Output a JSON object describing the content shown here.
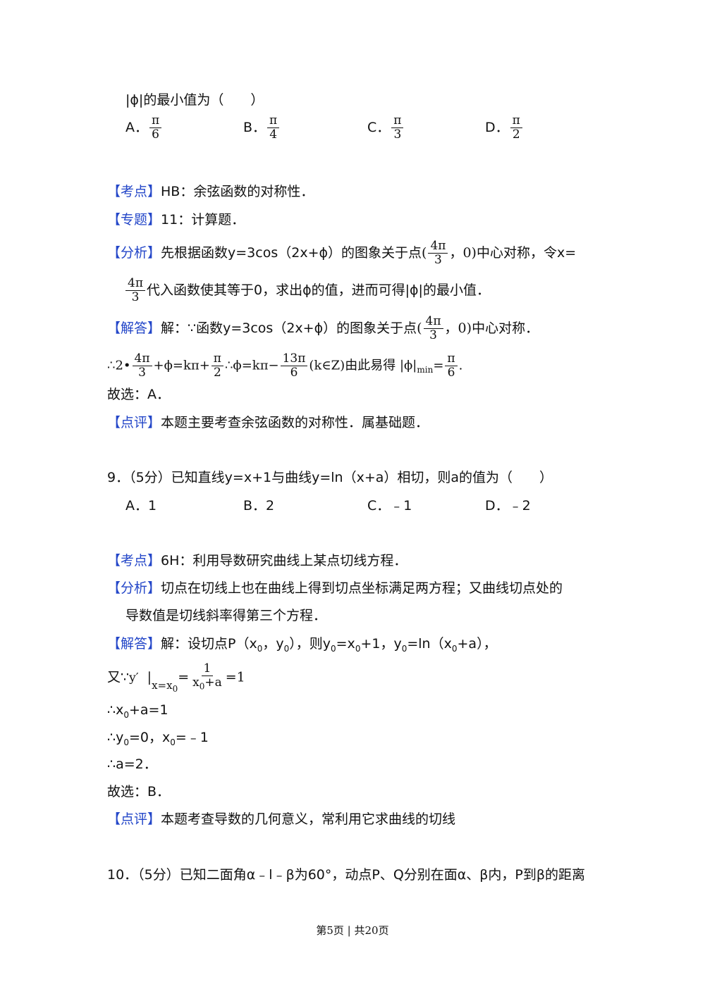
{
  "q8": {
    "stem_tail": "|ϕ|的最小值为（　　）",
    "options": [
      {
        "label": "A．",
        "num": "π",
        "den": "6"
      },
      {
        "label": "B．",
        "num": "π",
        "den": "4"
      },
      {
        "label": "C．",
        "num": "π",
        "den": "3"
      },
      {
        "label": "D．",
        "num": "π",
        "den": "2"
      }
    ],
    "kaodian_tag": "【考点】",
    "kaodian_text": "HB：余弦函数的对称性．",
    "zhuanti_tag": "【专题】",
    "zhuanti_text": "11：计算题．",
    "fenxi_tag": "【分析】",
    "fenxi_1": "先根据函数y=3cos（2x+ϕ）的图象关于点",
    "fenxi_pt_num": "4π",
    "fenxi_pt_den": "3",
    "fenxi_pt_open": "(",
    "fenxi_pt_close": "，0)",
    "fenxi_2": "中心对称，令x=",
    "fenxi_3_num": "4π",
    "fenxi_3_den": "3",
    "fenxi_3": "代入函数使其等于0，求出ϕ的值，进而可得|ϕ|的最小值．",
    "jieda_tag": "【解答】",
    "jieda_1": "解：∵函数y=3cos（2x+ϕ）的图象关于点",
    "jieda_pt_num": "4π",
    "jieda_pt_den": "3",
    "jieda_pt_open": "(",
    "jieda_pt_close": "，0)",
    "jieda_1b": "中心对称．",
    "eq_prefix": "∴2•",
    "eq_f1_num": "4π",
    "eq_f1_den": "3",
    "eq_mid1": "+ϕ=kπ+",
    "eq_f2_num": "π",
    "eq_f2_den": "2",
    "eq_mid2": "∴ϕ=kπ−",
    "eq_f3_num": "13π",
    "eq_f3_den": "6",
    "eq_mid3": "(k∈Z)",
    "eq_text": "由此易得",
    "eq_abs": "|ϕ|",
    "eq_min": "min",
    "eq_eq": "=",
    "eq_f4_num": "π",
    "eq_f4_den": "6",
    "eq_end": ".",
    "guxuan": "故选：A．",
    "dianping_tag": "【点评】",
    "dianping_text": "本题主要考查余弦函数的对称性．属基础题．"
  },
  "q9": {
    "stem": "9．（5分）已知直线y=x+1与曲线y=ln（x+a）相切，则a的值为（　　）",
    "options": [
      "A．1",
      "B．2",
      "C．﹣1",
      "D．﹣2"
    ],
    "kaodian_tag": "【考点】",
    "kaodian_text": "6H：利用导数研究曲线上某点切线方程．",
    "fenxi_tag": "【分析】",
    "fenxi_1": "切点在切线上也在曲线上得到切点坐标满足两方程；又曲线切点处的",
    "fenxi_2": "导数值是切线斜率得第三个方程．",
    "jieda_tag": "【解答】",
    "jieda_1a": "解：设切点P（x",
    "jieda_1b": "，y",
    "jieda_1c": "），则y",
    "jieda_1d": "=x",
    "jieda_1e": "+1，y",
    "jieda_1f": "=ln（x",
    "jieda_1g": "+a），",
    "sub0": "0",
    "you": "又∵",
    "yprime": "y′",
    "bar": "|",
    "cond_x": "x=x",
    "eq_sym": "=",
    "frac_num": "1",
    "frac_den": "x",
    "frac_den_tail": "+a",
    "eq_one": "=1",
    "s1a": "∴x",
    "s1b": "+a=1",
    "s2a": "∴y",
    "s2b": "=0，x",
    "s2c": "=﹣1",
    "s3": "∴a=2．",
    "guxuan": "故选：B．",
    "dianping_tag": "【点评】",
    "dianping_text": "本题考查导数的几何意义，常利用它求曲线的切线"
  },
  "q10": {
    "stem": "10．（5分）已知二面角α﹣l﹣β为60°，动点P、Q分别在面α、β内，P到β的距离"
  },
  "footer": "第5页 | 共20页"
}
